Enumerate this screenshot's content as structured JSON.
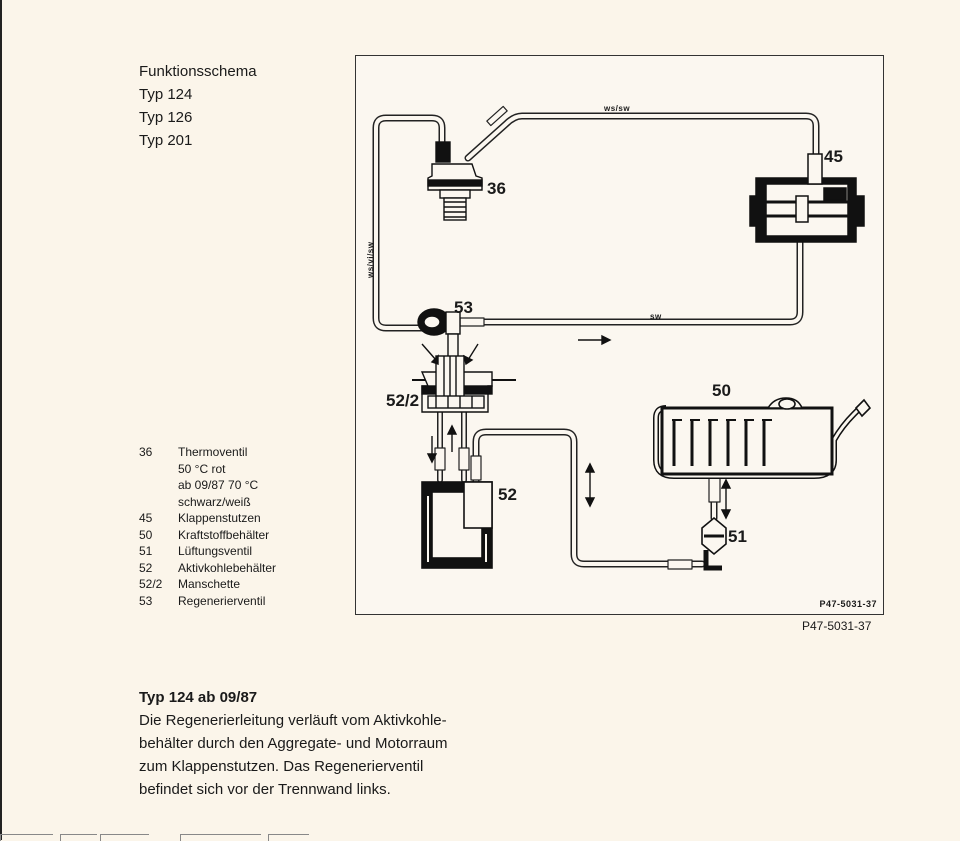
{
  "header": {
    "title": "Funktionsschema",
    "models": [
      "Typ 124",
      "Typ 126",
      "Typ 201"
    ]
  },
  "diagram": {
    "labels": {
      "thermoventil": "36",
      "klappenstutzen": "45",
      "kraftstoffbehaelter": "50",
      "lueftungsventil": "51",
      "aktivkohlebehaelter": "52",
      "manschette": "52/2",
      "regenerierventil": "53"
    },
    "wire_colors": {
      "top_line": "ws/sw",
      "left_line": "ws/vi/sw",
      "bottom_line": "sw"
    },
    "reference": "P47-5031-37"
  },
  "figure_reference": "P47-5031-37",
  "legend": {
    "items": [
      {
        "num": "36",
        "text": "Thermoventil"
      },
      {
        "num": "",
        "text": "50 °C rot"
      },
      {
        "num": "",
        "text": "ab 09/87 70 °C"
      },
      {
        "num": "",
        "text": "schwarz/weiß"
      },
      {
        "num": "45",
        "text": "Klappenstutzen"
      },
      {
        "num": "50",
        "text": "Kraftstoffbehälter"
      },
      {
        "num": "51",
        "text": "Lüftungsventil"
      },
      {
        "num": "52",
        "text": "Aktivkohlebehälter"
      },
      {
        "num": "52/2",
        "text": "Manschette"
      },
      {
        "num": "53",
        "text": "Regenerierventil"
      }
    ]
  },
  "note": {
    "heading": "Typ 124 ab 09/87",
    "lines": [
      "Die Regenerierleitung verläuft vom Aktivkohle-",
      "behälter durch den Aggregate- und Motorraum",
      "zum Klappenstutzen. Das Regenerierventil",
      "befindet sich vor der Trennwand links."
    ]
  }
}
